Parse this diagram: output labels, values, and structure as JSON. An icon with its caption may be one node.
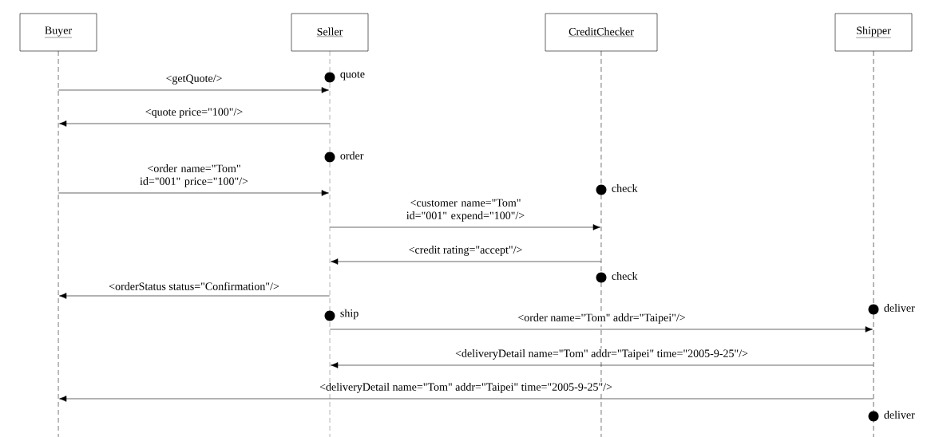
{
  "diagram": {
    "nodes": [
      {
        "text": [
          "Buyer"
        ]
      },
      {
        "text": [
          "Seller"
        ]
      },
      {
        "text": [
          "CreditChecker"
        ]
      },
      {
        "text": [
          "Shipper"
        ]
      },
      {
        "text": [],
        "shape": "line"
      },
      {
        "text": [],
        "shape": "line"
      },
      {
        "text": [],
        "shape": "line"
      },
      {
        "text": [],
        "shape": "line"
      },
      {
        "text": [],
        "shape": "circle",
        "beside": [
          "quote"
        ]
      },
      {
        "text": [],
        "shape": "circle",
        "beside": [
          "order"
        ]
      },
      {
        "text": [],
        "shape": "circle",
        "beside": [
          "check"
        ]
      },
      {
        "text": [],
        "shape": "circle",
        "beside": [
          "check"
        ]
      },
      {
        "text": [],
        "shape": "circle",
        "beside": [
          "ship"
        ]
      },
      {
        "text": [],
        "shape": "circle",
        "beside": [
          "deliver"
        ]
      },
      {
        "text": [],
        "shape": "circle",
        "beside": [
          "deliver"
        ]
      }
    ],
    "edges": [
      {
        "from": 4,
        "to": 5,
        "arrow": "to",
        "label": "<getQuote/>"
      },
      {
        "from": 5,
        "to": 4,
        "arrow": "to",
        "label": "<quote price=\"100\"/>"
      },
      {
        "from": 4,
        "to": 5,
        "arrow": "to",
        "label": "<order name=\"Tom\" id=\"001\" price=\"100\"/>"
      },
      {
        "from": 5,
        "to": 6,
        "arrow": "to",
        "label": "<customer name=\"Tom\" id=\"001\" expend=\"100\"/>"
      },
      {
        "from": 6,
        "to": 5,
        "arrow": "to",
        "label": "<credit rating=\"accept\"/>"
      },
      {
        "from": 5,
        "to": 4,
        "arrow": "to",
        "label": "<orderStatus status=\"Confirmation\"/>"
      },
      {
        "from": 5,
        "to": 7,
        "arrow": "to",
        "label": "<order name=\"Tom\" addr=\"Taipei\"/>"
      },
      {
        "from": 7,
        "to": 5,
        "arrow": "to",
        "label": "<deliveryDetail name=\"Tom\" addr=\"Taipei\" time=\"2005-9-25\"/>"
      },
      {
        "from": 7,
        "to": 4,
        "arrow": "to",
        "label": "<deliveryDetail name=\"Tom\" addr=\"Taipei\" time=\"2005-9-25\"/>"
      }
    ]
  }
}
